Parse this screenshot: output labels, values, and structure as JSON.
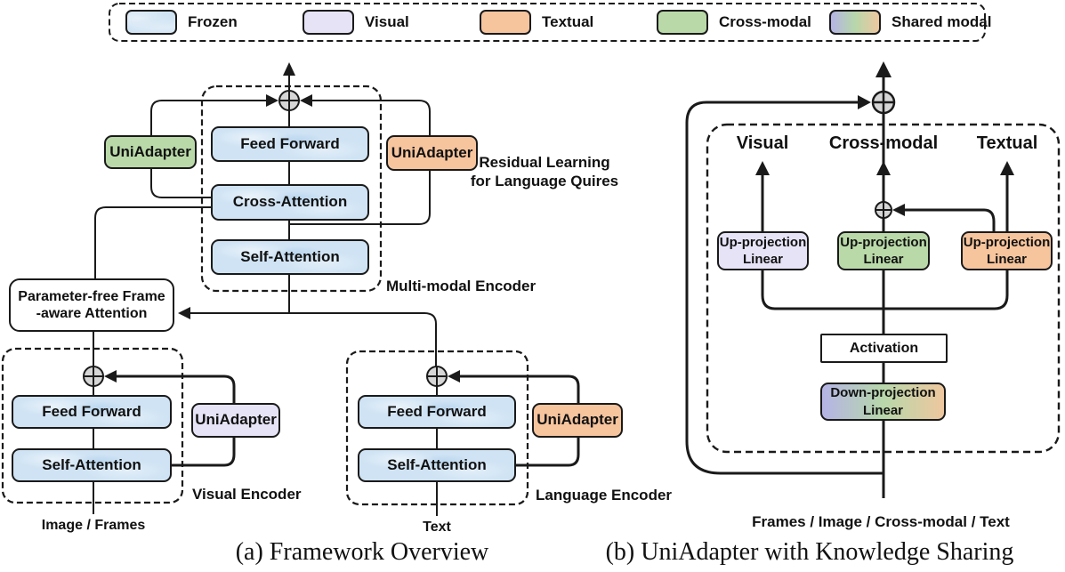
{
  "colors": {
    "frozen_blue": "#cfe3f4",
    "visual_lavender": "#e6e3f7",
    "textual_orange": "#f6c49d",
    "cross_modal_green": "#b9d9a8",
    "shared_gradient": [
      "#b5b4e5",
      "#b7d7aa",
      "#eec79f"
    ],
    "line": "#1a1a1a",
    "sum_node_fill": "#d6d6d6"
  },
  "legend": {
    "items": [
      {
        "label": "Frozen",
        "color": "#cfe3f4"
      },
      {
        "label": "Visual",
        "color": "#e6e3f7"
      },
      {
        "label": "Textual",
        "color": "#f6c49d"
      },
      {
        "label": "Cross-modal",
        "color": "#b9d9a8"
      },
      {
        "label": "Shared modal",
        "color": "gradient"
      }
    ]
  },
  "panel_a": {
    "caption": "(a) Framework Overview",
    "multimodal_encoder": {
      "label": "Multi-modal Encoder",
      "feed_forward": "Feed Forward",
      "cross_attention": "Cross-Attention",
      "self_attention": "Self-Attention",
      "left_adapter": "UniAdapter",
      "right_adapter": "UniAdapter"
    },
    "residual_note": {
      "line1": "Residual Learning",
      "line2": "for Language Quires"
    },
    "frame_attention": {
      "line1": "Parameter-free Frame",
      "line2": "-aware Attention"
    },
    "visual_encoder": {
      "label": "Visual Encoder",
      "feed_forward": "Feed Forward",
      "self_attention": "Self-Attention",
      "adapter": "UniAdapter",
      "input_label": "Image / Frames"
    },
    "language_encoder": {
      "label": "Language Encoder",
      "feed_forward": "Feed Forward",
      "self_attention": "Self-Attention",
      "adapter": "UniAdapter",
      "input_label": "Text"
    }
  },
  "panel_b": {
    "caption": "(b) UniAdapter with Knowledge Sharing",
    "visual_branch": {
      "header": "Visual",
      "up_projection_line1": "Up-projection",
      "up_projection_line2": "Linear"
    },
    "cross_modal_branch": {
      "header": "Cross-modal",
      "up_projection_line1": "Up-projection",
      "up_projection_line2": "Linear"
    },
    "textual_branch": {
      "header": "Textual",
      "up_projection_line1": "Up-projection",
      "up_projection_line2": "Linear"
    },
    "activation": "Activation",
    "down_projection": {
      "line1": "Down-projection",
      "line2": "Linear"
    },
    "io_label": "Frames / Image / Cross-modal / Text"
  }
}
